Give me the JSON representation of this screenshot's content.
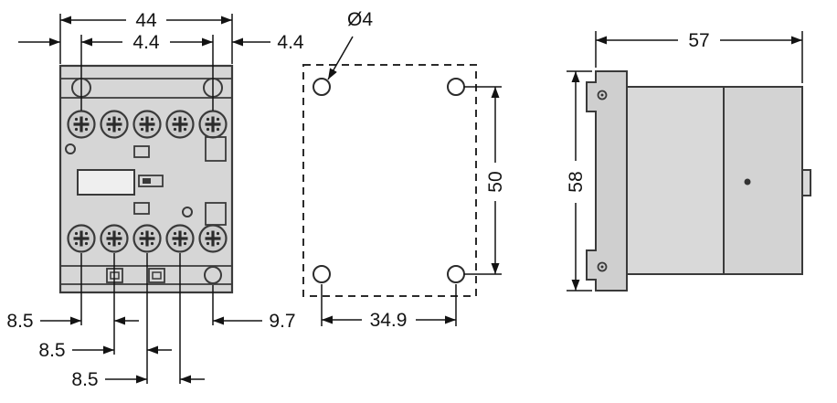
{
  "front_view": {
    "dim_overall_width": "44",
    "dim_offset_left": "4.4",
    "dim_offset_right": "4.4",
    "dim_pitch_1": "8.5",
    "dim_pitch_2": "8.5",
    "dim_pitch_3": "8.5",
    "dim_offset_bottom_right": "9.7"
  },
  "mounting_view": {
    "hole_diameter": "Ø4",
    "dim_hole_spacing_vertical": "50",
    "dim_hole_spacing_horizontal": "34.9"
  },
  "side_view": {
    "dim_depth": "57",
    "dim_height": "58"
  },
  "colors": {
    "line": "#131313",
    "body_fill": "#d6d6d6",
    "body_stroke": "#3a3a3a"
  }
}
